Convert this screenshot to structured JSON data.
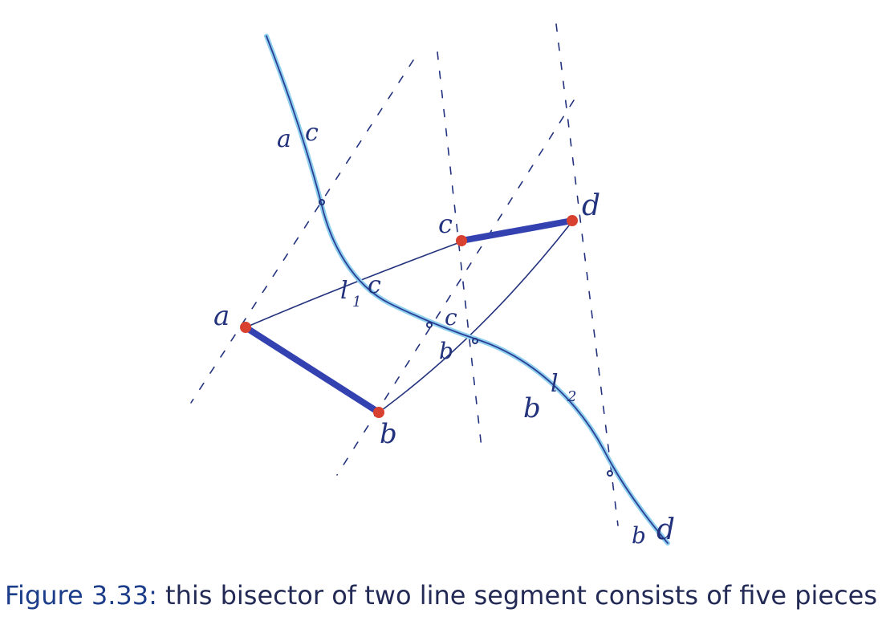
{
  "caption": {
    "label": "Figure 3.33:",
    "text": "this bisector of two line segment consists of five pieces"
  },
  "diagram": {
    "points": {
      "a": "a",
      "b": "b",
      "c": "c",
      "d": "d"
    },
    "piece_labels": {
      "ac_top": "a",
      "ac_top_c": "c",
      "l1": "l",
      "l1_sub": "1",
      "l1_c": "c",
      "mid_c": "c",
      "mid_b": "b",
      "l2_b": "b",
      "l2": "l",
      "l2_sub": "2",
      "bd_b": "b",
      "bd_d": "d"
    },
    "colors": {
      "ink": "#23327d",
      "segment": "#3342b0",
      "bisector": "#8fd0ee",
      "point": "#d8412f"
    }
  }
}
